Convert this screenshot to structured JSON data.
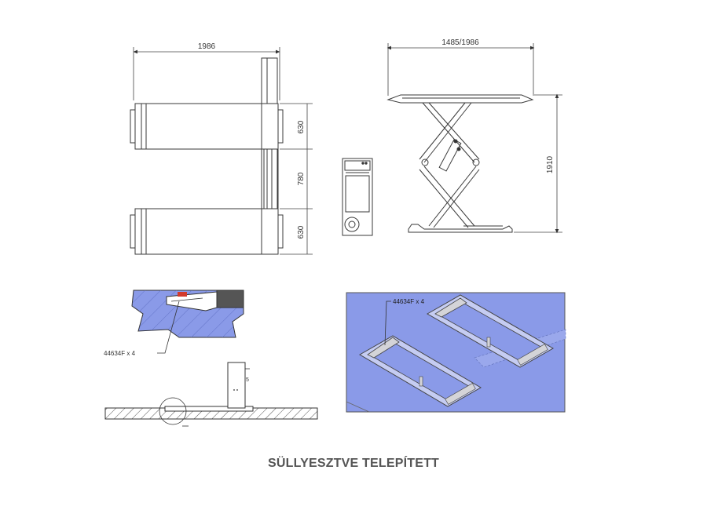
{
  "top_view": {
    "width_label": "1986",
    "dim_top": "630",
    "dim_middle": "780",
    "dim_bottom": "630"
  },
  "side_view": {
    "width_label": "1485/1986",
    "height_label": "1910"
  },
  "detail_section": {
    "bolt_label": "44634F x 4"
  },
  "iso_view": {
    "bolt_label": "44634F x 4"
  },
  "caption": "SÜLLYESZTVE TELEPÍTETT",
  "colors": {
    "line": "#3a3a3a",
    "floor_blue": "#8a9ae8",
    "frame_gray": "#d4d4d8",
    "hatch": "#555555"
  }
}
